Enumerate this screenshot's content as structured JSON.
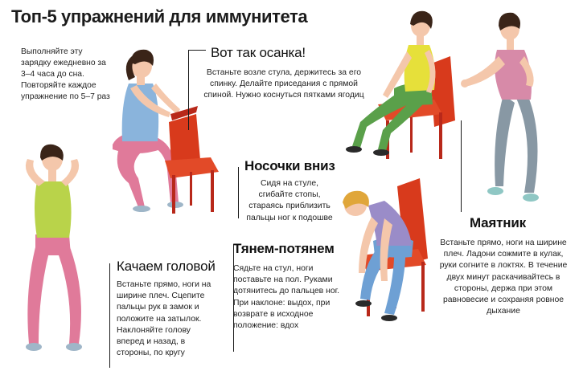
{
  "title": "Топ-5 упражнений для иммунитета",
  "intro": "Выполняйте эту зарядку ежедневно за 3–4 часа до сна. Повторяйте каждое упражнение по 5–7 раз",
  "exercises": [
    {
      "title": "Вот так осанка!",
      "text": "Встаньте возле стула, держитесь за его спинку. Делайте приседания с прямой спиной. Нужно коснуться пятками ягодиц"
    },
    {
      "title": "Носочки вниз",
      "text": "Сидя на стуле, сгибайте стопы, стараясь приблизить пальцы ног к подошве"
    },
    {
      "title": "Маятник",
      "text": "Встаньте прямо, ноги на ширине плеч. Ладони сожмите в кулак, руки согните в локтях. В течение двух минут раскачивайтесь в стороны, держа при этом равновесие и сохраняя ровное дыхание"
    },
    {
      "title": "Тянем-потянем",
      "text": "Сядьте на стул, ноги поставьте на пол. Руками дотянитесь до пальцев ног. При наклоне: выдох, при возврате в исходное положение: вдох"
    },
    {
      "title": "Качаем головой",
      "text": "Встаньте прямо, ноги на ширине плеч. Сцепите пальцы рук в замок и положите на затылок. Наклоняйте голову вперед и назад, в стороны, по кругу"
    }
  ],
  "colors": {
    "chair": "#d83a1c",
    "chair_legs": "#b8281a",
    "skin": "#f4c7ab",
    "hair_dark": "#3a2418",
    "hair_light": "#e0a63a",
    "top_blue": "#8ab4dc",
    "top_yellow": "#e6e03a",
    "top_green": "#b9d34a",
    "top_purple": "#9a8cc8",
    "top_pink": "#d78aa8",
    "pants_pink": "#e07a9a",
    "pants_green": "#5aa04a",
    "pants_gray": "#8898a4",
    "pants_blue": "#6ea0d4"
  }
}
